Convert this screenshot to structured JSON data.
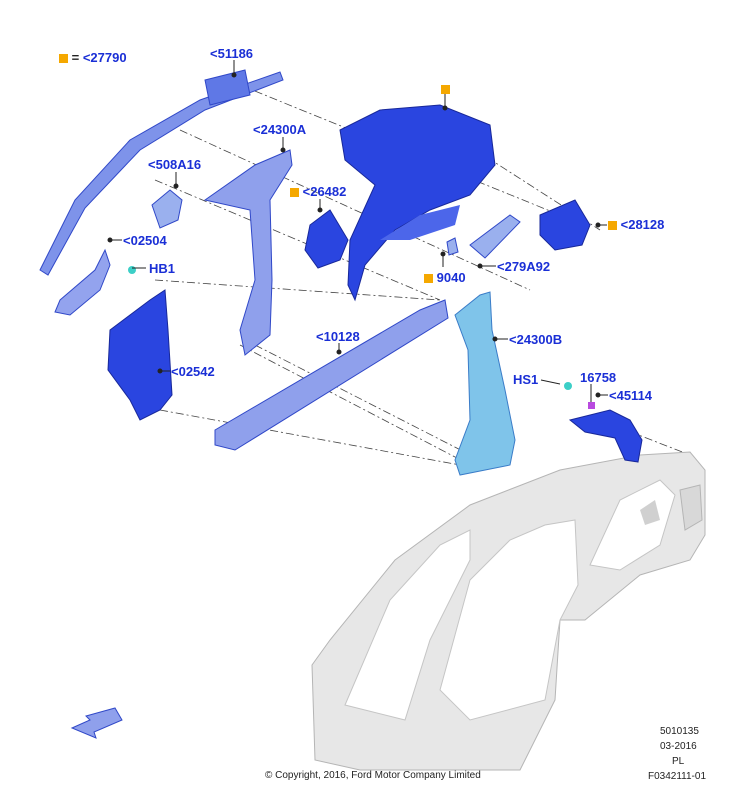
{
  "colors": {
    "label": "#1a2fd6",
    "part_dark": "#2a45e0",
    "part_light": "#8fa0ec",
    "part_cyan": "#7fc4ea",
    "body_side": "#e7e7e7",
    "legend_square": "#f5a800",
    "leader": "#222222",
    "arrow": "#8fa0ec"
  },
  "legend": {
    "equals": "=",
    "code": "<27790"
  },
  "callouts": {
    "c51186": "<51186",
    "c24300a": "<24300A",
    "c508a16": "<508A16",
    "c26482": "<26482",
    "c28128": "<28128",
    "c02504": "<02504",
    "hb1": "HB1",
    "c9040": "9040",
    "c279a92": "<279A92",
    "c10128": "<10128",
    "c24300b": "<24300B",
    "c02542": "<02542",
    "hs1": "HS1",
    "c16758": "16758",
    "c45114": "<45114"
  },
  "meta": {
    "code1": "5010135",
    "date": "03-2016",
    "lang": "PL",
    "copyright": "© Copyright, 2016, Ford Motor Company Limited",
    "figure": "F0342111-01"
  }
}
